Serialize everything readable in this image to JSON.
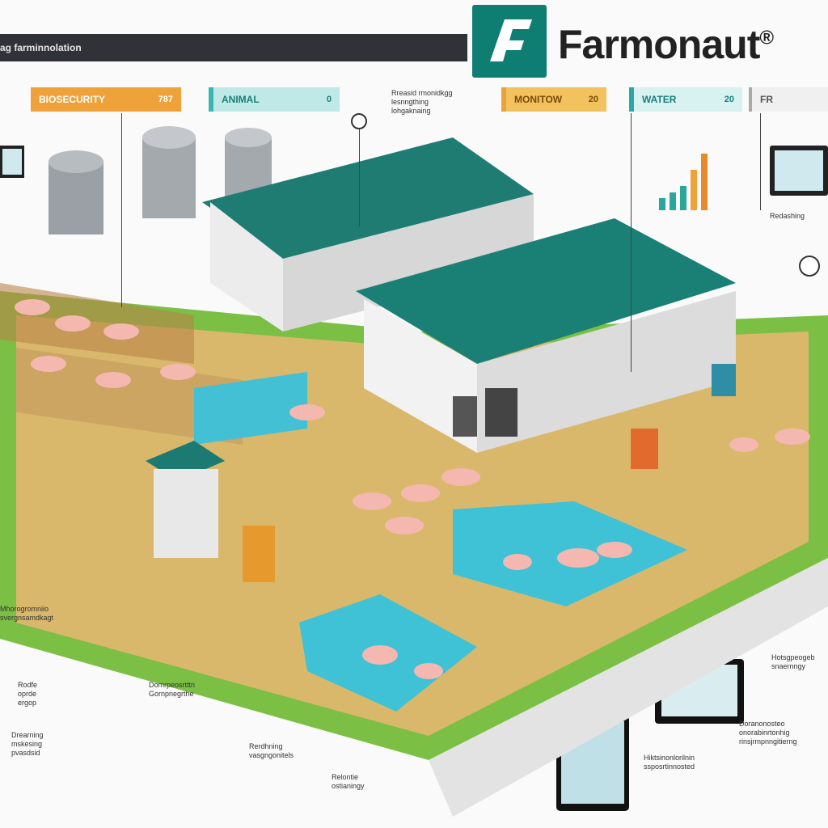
{
  "header": {
    "bar_text": "ag farminnolation",
    "brand_name": "Farmonaut",
    "registered_mark": "®"
  },
  "tags": [
    {
      "label": "BIOSECURITY",
      "value": "787",
      "color": "#f0a23a"
    },
    {
      "label": "ANIMAL",
      "value": "0",
      "color": "#3cb7b0"
    },
    {
      "label": "MONITOW",
      "value": "20",
      "color": "#e8a33b"
    },
    {
      "label": "WATER",
      "value": "20",
      "color": "#2ea7a4"
    },
    {
      "label": "FR",
      "value": "",
      "color": "#e2e2e2"
    }
  ],
  "labels": {
    "top_note": "Rreasid rmonidkgg lesnngthing lohgaknaing",
    "right_note": "Redashing",
    "left_note_1": "Mhorogromniio svergnsamdkagt",
    "left_note_2": "Rodfe oprde ergop",
    "left_note_3": "Drearning mskesing pvasdsid",
    "center_note_1": "Domrpeosrtttn Gornpnegrthe",
    "center_note_2": "Rerdhning vasgngonitels",
    "center_note_3": "Relontie ostianingy",
    "right_note_2": "Hiktsinonlorilnin ssposrtinnosted",
    "right_note_3": "Doranonosteo onorabinrtonhig rinsjrmpnngitierng",
    "right_note_4": "Hotsgpeogeb snaernngy"
  }
}
